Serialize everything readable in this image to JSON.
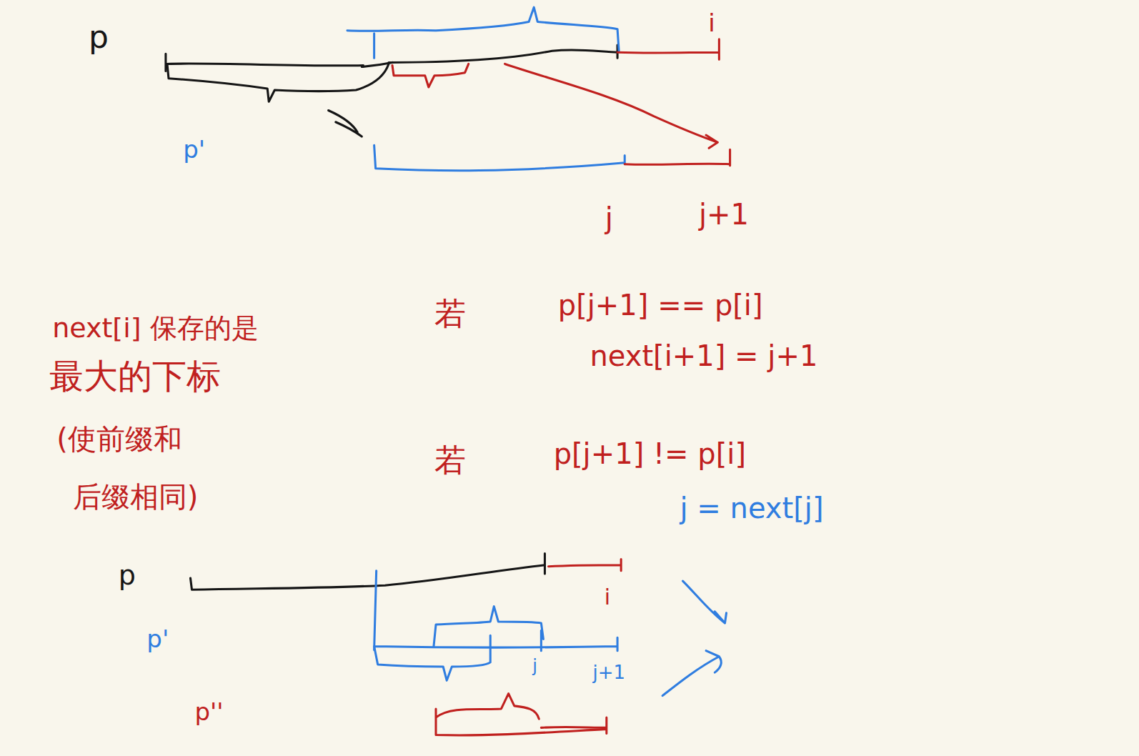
{
  "diagram": {
    "labels": [
      "p",
      "i",
      "p'",
      "j",
      "j+1",
      "next[i] 保存的是",
      "最大的下标",
      "(使前缀和",
      "后缀相同)",
      "若",
      "p[j+1] == p[i]",
      "next[i+1] = j+1",
      "若",
      "p[j+1] != p[i]",
      "j = next[j]",
      "p",
      "i",
      "p'",
      "j",
      "j+1",
      "p''"
    ]
  }
}
